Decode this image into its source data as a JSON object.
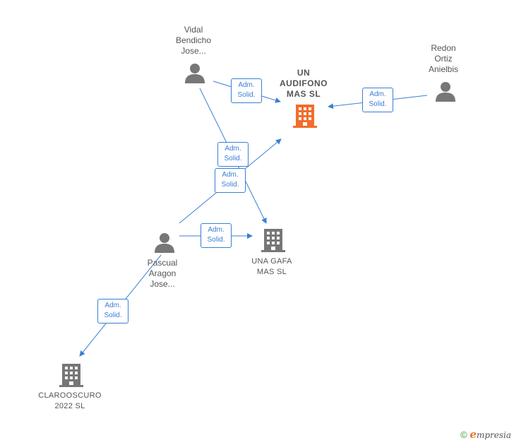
{
  "nodes": {
    "un_audifono": {
      "label": "UN\nAUDIFONO\nMAS  SL",
      "type": "company",
      "color": "#f26d2d",
      "icon": "building-icon"
    },
    "vidal": {
      "label": "Vidal\nBendicho\nJose...",
      "type": "person",
      "color": "#777777",
      "icon": "person-icon"
    },
    "redon": {
      "label": "Redon\nOrtiz\nAnielbis",
      "type": "person",
      "color": "#777777",
      "icon": "person-icon"
    },
    "pascual": {
      "label": "Pascual\nAragon\nJose...",
      "type": "person",
      "color": "#777777",
      "icon": "person-icon"
    },
    "una_gafa": {
      "label": "UNA GAFA\nMAS  SL",
      "type": "company",
      "color": "#777777",
      "icon": "building-icon"
    },
    "claroscuro": {
      "label": "CLAROOSCURO\n2022  SL",
      "type": "company",
      "color": "#777777",
      "icon": "building-icon"
    }
  },
  "edges": [
    {
      "from": "vidal",
      "to": "un_audifono",
      "label": "Adm.\nSolid."
    },
    {
      "from": "redon",
      "to": "un_audifono",
      "label": "Adm.\nSolid."
    },
    {
      "from": "vidal",
      "to": "una_gafa",
      "label": "Adm.\nSolid."
    },
    {
      "from": "pascual",
      "to": "un_audifono",
      "label": "Adm.\nSolid."
    },
    {
      "from": "pascual",
      "to": "una_gafa",
      "label": "Adm.\nSolid."
    },
    {
      "from": "pascual",
      "to": "claroscuro",
      "label": "Adm.\nSolid."
    }
  ],
  "colors": {
    "edge": "#3b7fd4",
    "focus": "#f26d2d",
    "node": "#777777"
  },
  "footer": {
    "copyright": "©",
    "brand_initial": "e",
    "brand_rest": "mpresia"
  }
}
